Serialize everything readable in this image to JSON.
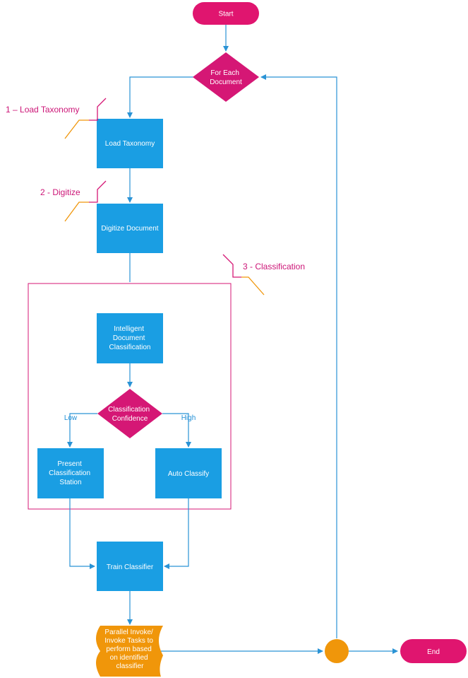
{
  "colors": {
    "process": "#1a9ee3",
    "decision": "#d51775",
    "terminal": "#e0156f",
    "arrow": "#2a93d5",
    "callout_pink": "#d51775",
    "callout_orange": "#f0960a",
    "task": "#f0960a",
    "group_border": "#d51775"
  },
  "nodes": {
    "start": "Start",
    "for_each": [
      "For Each",
      "Document"
    ],
    "load_taxonomy": "Load Taxonomy",
    "digitize": "Digitize Document",
    "idc": [
      "Intelligent",
      "Document",
      "Classification"
    ],
    "confidence": [
      "Classification",
      "Confidence"
    ],
    "present": [
      "Present",
      "Classification",
      "Station"
    ],
    "auto_classify": "Auto Classify",
    "train": "Train Classifier",
    "parallel": [
      "Parallel Invoke/",
      "Invoke Tasks to",
      "perform based",
      "on identified",
      "classifier"
    ],
    "end": "End"
  },
  "edge_labels": {
    "low": "Low",
    "high": "High"
  },
  "callouts": {
    "load_taxonomy": "1 – Load Taxonomy",
    "digitize": "2 - Digitize",
    "classification": "3 - Classification"
  }
}
